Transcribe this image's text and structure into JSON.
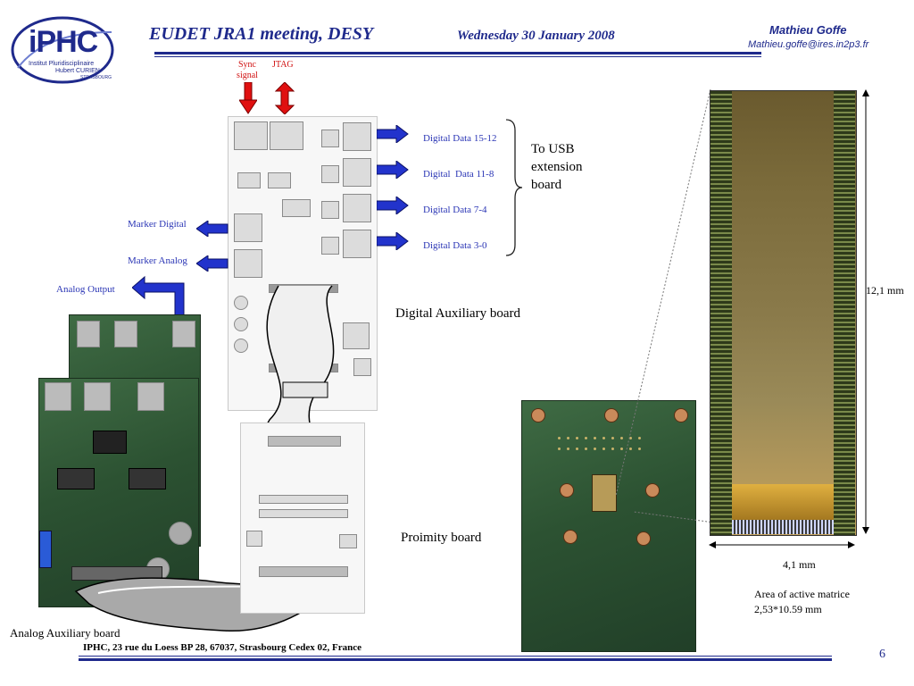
{
  "logo": {
    "letters": "iPHC",
    "line1": "Institut Pluridisciplinaire",
    "line2": "Hubert CURIEN",
    "line3": "STRASBOURG"
  },
  "header": {
    "meeting_title": "EUDET JRA1 meeting, DESY",
    "date": "Wednesday 30 January 2008",
    "author_name": "Mathieu Goffe",
    "author_email": "Mathieu.goffe@ires.in2p3.fr"
  },
  "signals": {
    "sync": "Sync signal",
    "jtag": "JTAG"
  },
  "digital_outputs": [
    "Digital Data 15-12",
    "Digital  Data 11-8",
    "Digital Data 7-4",
    "Digital Data 3-0"
  ],
  "usb_label": "To USB extension board",
  "markers": {
    "digital": "Marker Digital",
    "analog": "Marker Analog",
    "analog_output": "Analog Output"
  },
  "boards": {
    "digital_aux": "Digital Auxiliary board",
    "proximity": "Proimity board",
    "analog_aux": "Analog Auxiliary board"
  },
  "chip": {
    "height": "12,1 mm",
    "width": "4,1 mm",
    "area_line1": "Area of active matrice",
    "area_line2": "2,53*10.59 mm"
  },
  "footer": {
    "address": "IPHC, 23 rue du Loess BP 28, 67037, Strasbourg Cedex 02, France",
    "page": "6"
  },
  "colors": {
    "navy": "#1f2a8c",
    "arrow_blue": "#2233cc",
    "arrow_red": "#e01010"
  }
}
